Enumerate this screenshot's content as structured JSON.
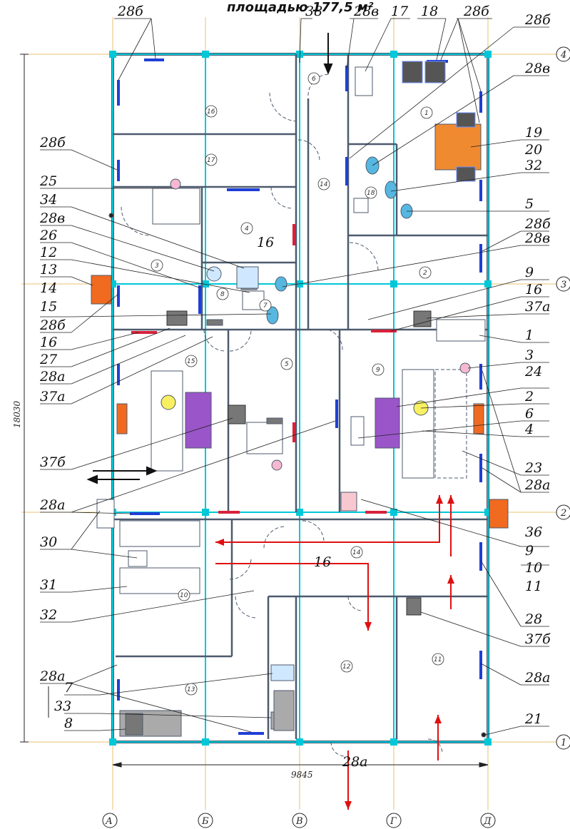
{
  "title": "площадью 177,5 м²",
  "colors": {
    "wall": "#4d5a6e",
    "grid": "#00c8d8",
    "axis": "#e8c070",
    "window": "#1f3fd6",
    "door_red": "#d8223a",
    "route": "#e01010",
    "orange": "#f07820",
    "violet": "#8a40b0"
  },
  "dimensions": {
    "height": "18030",
    "width": "9845"
  },
  "axes": {
    "columns": [
      "А",
      "Б",
      "В",
      "Г",
      "Д"
    ],
    "rows": [
      "1",
      "2",
      "3",
      "4"
    ]
  },
  "rooms": [
    "1",
    "2",
    "3",
    "4",
    "5",
    "6",
    "7",
    "8",
    "9",
    "10",
    "11",
    "12",
    "13",
    "14",
    "14",
    "15",
    "16",
    "17",
    "18"
  ],
  "callouts": {
    "top": [
      "28б",
      "38",
      "28в",
      "17",
      "18",
      "28б"
    ],
    "right": [
      "28б",
      "28в",
      "19",
      "20",
      "32",
      "5",
      "28б",
      "28в",
      "9",
      "16",
      "37а",
      "1",
      "3",
      "24",
      "2",
      "6",
      "4",
      "23",
      "28а",
      "36",
      "9",
      "10",
      "11",
      "28",
      "37б",
      "28а",
      "21"
    ],
    "left": [
      "28б",
      "25",
      "34",
      "28в",
      "26",
      "12",
      "13",
      "14",
      "15",
      "28б",
      "16",
      "27",
      "28а",
      "37а",
      "37б",
      "28а",
      "30",
      "31",
      "32",
      "28а",
      "7",
      "33",
      "8"
    ],
    "plan": [
      "16",
      "16",
      "28а"
    ]
  }
}
